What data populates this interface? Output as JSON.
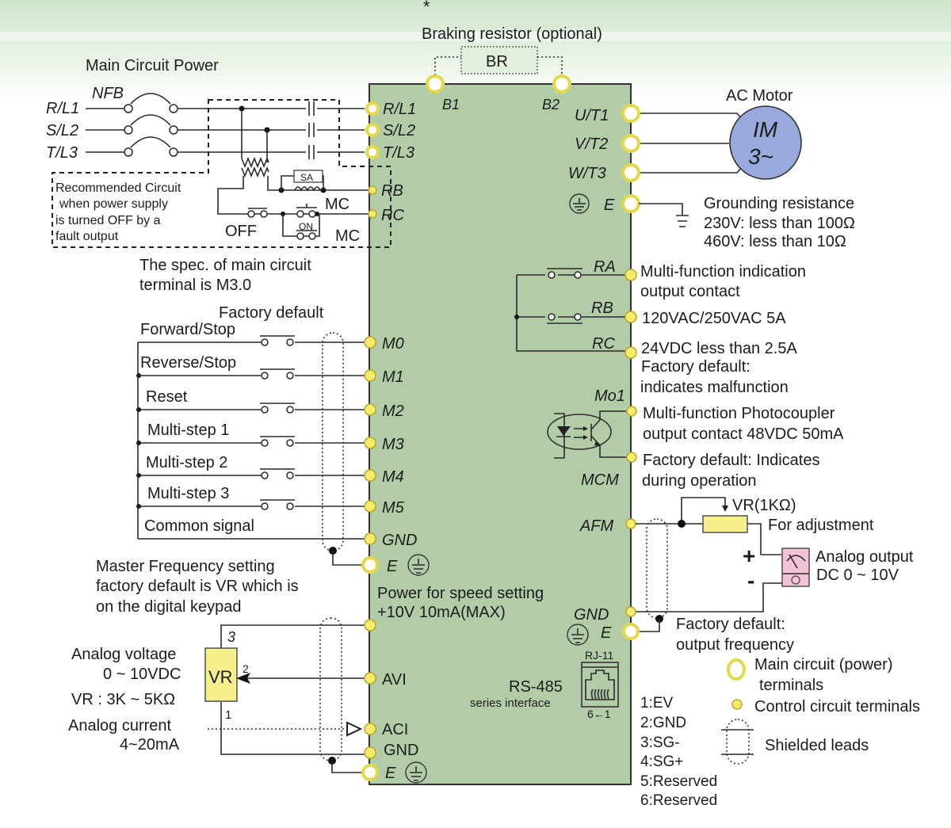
{
  "colors": {
    "drive_body": "#b3cca8",
    "drive_border": "#333333",
    "terminal_yellow": "#f5eb6a",
    "motor_fill": "#9aa9dc",
    "vr_fill": "#f7ef8c",
    "meter_fill": "#f2c2d6",
    "background_green": "#d9ead6"
  },
  "top": {
    "asterisk": "*",
    "braking_title": "Braking resistor (optional)",
    "br_label": "BR",
    "b1": "B1",
    "b2": "B2"
  },
  "power": {
    "title": "Main Circuit Power",
    "nfb": "NFB",
    "inputs": [
      "R/L1",
      "S/L2",
      "T/L3"
    ],
    "drive_inputs": [
      "R/L1",
      "S/L2",
      "T/L3"
    ],
    "sa": "SA",
    "mc1": "MC",
    "mc2": "MC",
    "off": "OFF",
    "on": "ON",
    "rb": "RB",
    "rc": "RC",
    "recommended": [
      "Recommended Circuit",
      "when power supply",
      "is turned OFF by a",
      "fault output"
    ],
    "spec": [
      "The spec. of main circuit",
      "terminal is M3.0"
    ]
  },
  "motor": {
    "title": "AC Motor",
    "im": "IM",
    "phase": "3~",
    "outputs": [
      "U/T1",
      "V/T2",
      "W/T3"
    ],
    "e": "E",
    "grounding": [
      "Grounding resistance",
      "230V: less than 100Ω",
      "460V: less than 10Ω"
    ]
  },
  "inputs": {
    "factory_default": "Factory default",
    "rows": [
      {
        "label": "Forward/Stop",
        "terminal": "M0"
      },
      {
        "label": "Reverse/Stop",
        "terminal": "M1"
      },
      {
        "label": "Reset",
        "terminal": "M2"
      },
      {
        "label": "Multi-step 1",
        "terminal": "M3"
      },
      {
        "label": "Multi-step 2",
        "terminal": "M4"
      },
      {
        "label": "Multi-step 3",
        "terminal": "M5"
      },
      {
        "label": "Common signal",
        "terminal": "GND"
      }
    ],
    "e": "E"
  },
  "relay": {
    "ra": "RA",
    "rb": "RB",
    "rc": "RC",
    "desc": [
      "Multi-function indication",
      "output contact",
      "120VAC/250VAC  5A",
      "24VDC  less than 2.5A",
      "Factory default:",
      "indicates malfunction"
    ]
  },
  "photo": {
    "mo1": "Mo1",
    "mcm": "MCM",
    "desc": [
      "Multi-function Photocoupler",
      "output contact 48VDC 50mA",
      "Factory default: Indicates",
      "during operation"
    ]
  },
  "analog_out": {
    "afm": "AFM",
    "vr": "VR(1KΩ)",
    "adjust": "For adjustment",
    "plus": "+",
    "minus": "-",
    "meter": [
      "Analog output",
      "DC 0 ~ 10V"
    ],
    "gnd": "GND",
    "e": "E",
    "factory": [
      "Factory default:",
      "output frequency"
    ]
  },
  "analog_in": {
    "master": [
      "Master Frequency setting",
      "factory default is VR which is",
      "on the digital keypad"
    ],
    "power_speed": [
      "Power for speed setting",
      "+10V 10mA(MAX)"
    ],
    "voltage": [
      "Analog voltage",
      "0 ~ 10VDC",
      "VR : 3K ~ 5KΩ"
    ],
    "current": [
      "Analog current",
      "4~20mA"
    ],
    "vr": "VR",
    "pin3": "3",
    "pin2": "2",
    "pin1": "1",
    "avi": "AVI",
    "aci": "ACI",
    "gnd": "GND",
    "e": "E"
  },
  "rs485": {
    "rj": "RJ-11",
    "title": "RS-485",
    "sub": "series interface",
    "pins_dir": "6←1",
    "pins": [
      "1:EV",
      "2:GND",
      "3:SG-",
      "4:SG+",
      "5:Reserved",
      "6:Reserved"
    ]
  },
  "legend": {
    "main": [
      "Main circuit (power)",
      "terminals"
    ],
    "control": "Control circuit terminals",
    "shield": "Shielded leads"
  }
}
